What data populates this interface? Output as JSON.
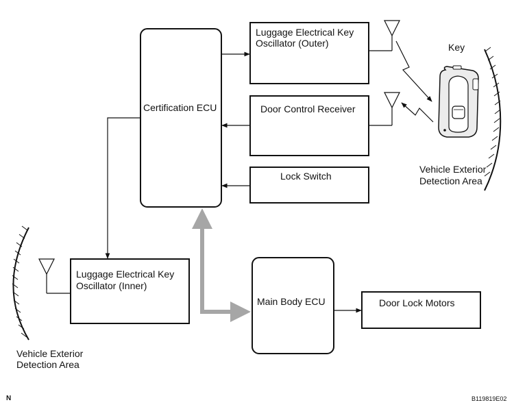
{
  "blocks": {
    "certification_ecu": "Certification ECU",
    "luggage_outer": [
      "Luggage Electrical Key",
      "Oscillator (Outer)"
    ],
    "door_control_receiver": "Door Control Receiver",
    "lock_switch": "Lock Switch",
    "luggage_inner": [
      "Luggage Electrical Key",
      "Oscillator (Inner)"
    ],
    "main_body_ecu": "Main Body ECU",
    "door_lock_motors": "Door Lock Motors"
  },
  "labels": {
    "key": "Key",
    "exterior_right": [
      "Vehicle Exterior",
      "Detection Area"
    ],
    "exterior_left": [
      "Vehicle Exterior",
      "Detection Area"
    ]
  },
  "footer": {
    "corner_letter": "N",
    "figure_code": "B119819E02"
  },
  "colors": {
    "line": "#111111",
    "gray_bus": "#a6a6a6"
  }
}
